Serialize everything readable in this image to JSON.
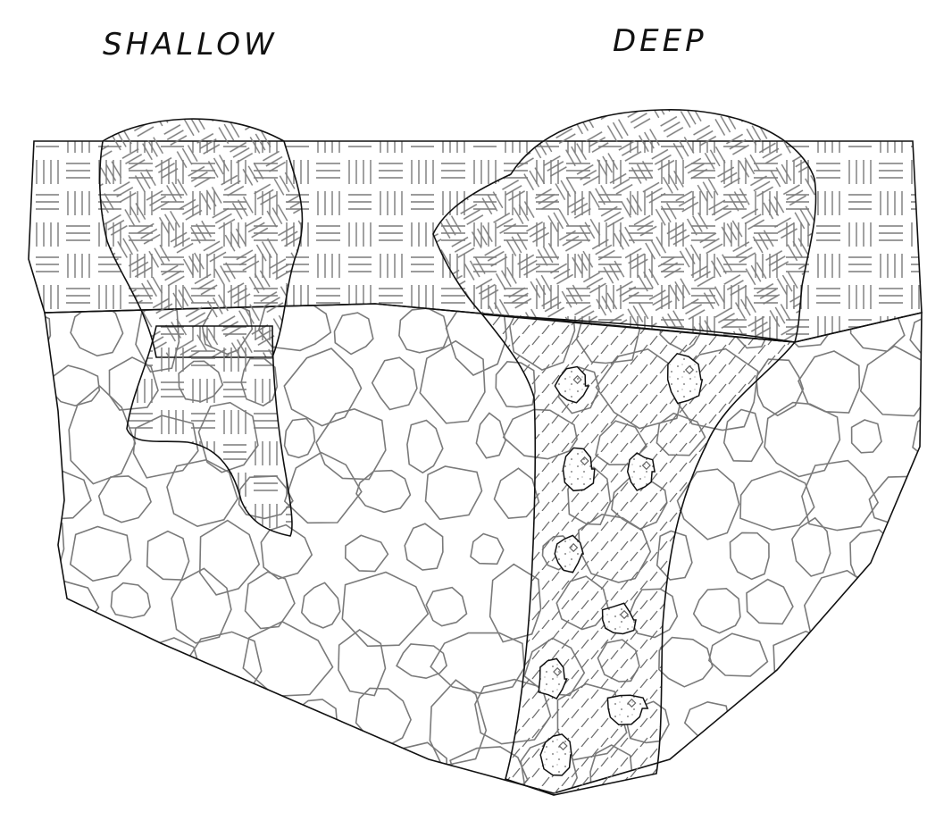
{
  "labels": {
    "shallow": "SHALLOW",
    "deep": "DEEP"
  },
  "colors": {
    "outline": "#111111",
    "hatch": "#7a7a7a",
    "background": "#ffffff"
  },
  "layers": [
    "masonry",
    "woven-fill",
    "cobble-fill",
    "diagonal-hatch-fill",
    "inclusion"
  ]
}
